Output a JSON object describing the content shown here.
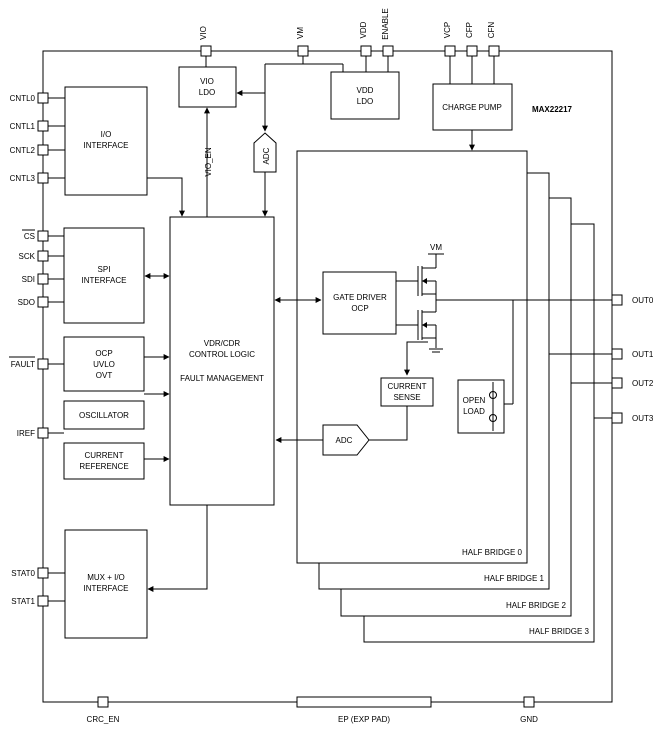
{
  "chip": {
    "part_number": "MAX22217"
  },
  "top_pins": [
    {
      "id": "vio",
      "label": "VIO"
    },
    {
      "id": "vm",
      "label": "VM"
    },
    {
      "id": "vdd",
      "label": "VDD"
    },
    {
      "id": "enable",
      "label": "ENABLE"
    },
    {
      "id": "vcp",
      "label": "VCP"
    },
    {
      "id": "cfp",
      "label": "CFP"
    },
    {
      "id": "cfn",
      "label": "CFN"
    }
  ],
  "left_pins": [
    "CNTL0",
    "CNTL1",
    "CNTL2",
    "CNTL3",
    "CS",
    "SCK",
    "SDI",
    "SDO",
    "FAULT",
    "IREF",
    "STAT0",
    "STAT1"
  ],
  "right_pins": [
    "OUT0",
    "OUT1",
    "OUT2",
    "OUT3"
  ],
  "bottom_pins": [
    "CRC_EN",
    "EP (EXP PAD)",
    "GND"
  ],
  "blocks": {
    "vio_ldo": [
      "VIO",
      "LDO"
    ],
    "vdd_ldo": [
      "VDD",
      "LDO"
    ],
    "charge_pump": "CHARGE PUMP",
    "io_interface": [
      "I/O",
      "INTERFACE"
    ],
    "spi_interface": [
      "SPI",
      "INTERFACE"
    ],
    "ocp_uvlo_ovt": [
      "OCP",
      "UVLO",
      "OVT"
    ],
    "oscillator": "OSCILLATOR",
    "current_reference": [
      "CURRENT",
      "REFERENCE"
    ],
    "mux_io_interface": [
      "MUX + I/O",
      "INTERFACE"
    ],
    "control_logic": [
      "VDR/CDR",
      "CONTROL LOGIC",
      "FAULT MANAGEMENT"
    ],
    "adc_top": "ADC",
    "adc_bottom": "ADC",
    "gate_driver": [
      "GATE DRIVER",
      "OCP"
    ],
    "current_sense": [
      "CURRENT",
      "SENSE"
    ],
    "open_load": [
      "OPEN",
      "LOAD"
    ],
    "half_bridges": [
      "HALF BRIDGE 0",
      "HALF BRIDGE 1",
      "HALF BRIDGE 2",
      "HALF BRIDGE 3"
    ]
  },
  "signals": {
    "vio_en": "VIO_EN",
    "vm_internal": "VM"
  }
}
